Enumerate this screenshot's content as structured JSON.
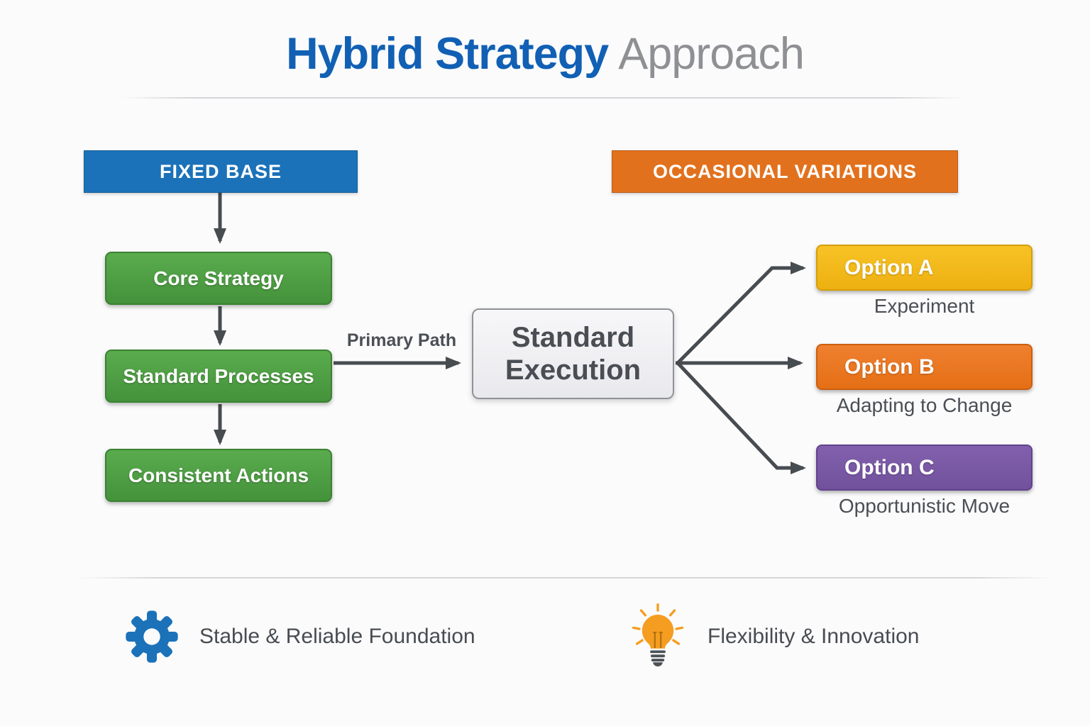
{
  "title": {
    "primary": "Hybrid Strategy",
    "secondary": "Approach"
  },
  "left_column": {
    "header": "FIXED BASE",
    "steps": [
      "Core Strategy",
      "Standard Processes",
      "Consistent Actions"
    ]
  },
  "center": {
    "path_label": "Primary Path",
    "execution_line1": "Standard",
    "execution_line2": "Execution"
  },
  "right_column": {
    "header": "OCCASIONAL VARIATIONS",
    "options": [
      {
        "label": "Option A",
        "caption": "Experiment",
        "color": "#eeb011",
        "color_light": "#f7c226",
        "border": "#d69e07"
      },
      {
        "label": "Option B",
        "caption": "Adapting to Change",
        "color": "#e56f15",
        "color_light": "#ef8030",
        "border": "#cc5f0d"
      },
      {
        "label": "Option C",
        "caption": "Opportunistic Move",
        "color": "#71519c",
        "color_light": "#8260ad",
        "border": "#61438c"
      }
    ]
  },
  "legend": [
    {
      "icon": "gear-icon",
      "label": "Stable & Reliable Foundation"
    },
    {
      "icon": "lightbulb-icon",
      "label": "Flexibility & Innovation"
    }
  ],
  "colors": {
    "title_blue": "#1160b4",
    "title_gray": "#8f9093",
    "fixed_base_blue": "#1b72b8",
    "variations_orange": "#e2711d",
    "step_green": "#44923b",
    "step_green_light": "#5aab4e",
    "step_green_border": "#3b8132",
    "arrow_gray": "#474c51",
    "gear_blue": "#1b72b8",
    "bulb_orange": "#f59d20"
  }
}
